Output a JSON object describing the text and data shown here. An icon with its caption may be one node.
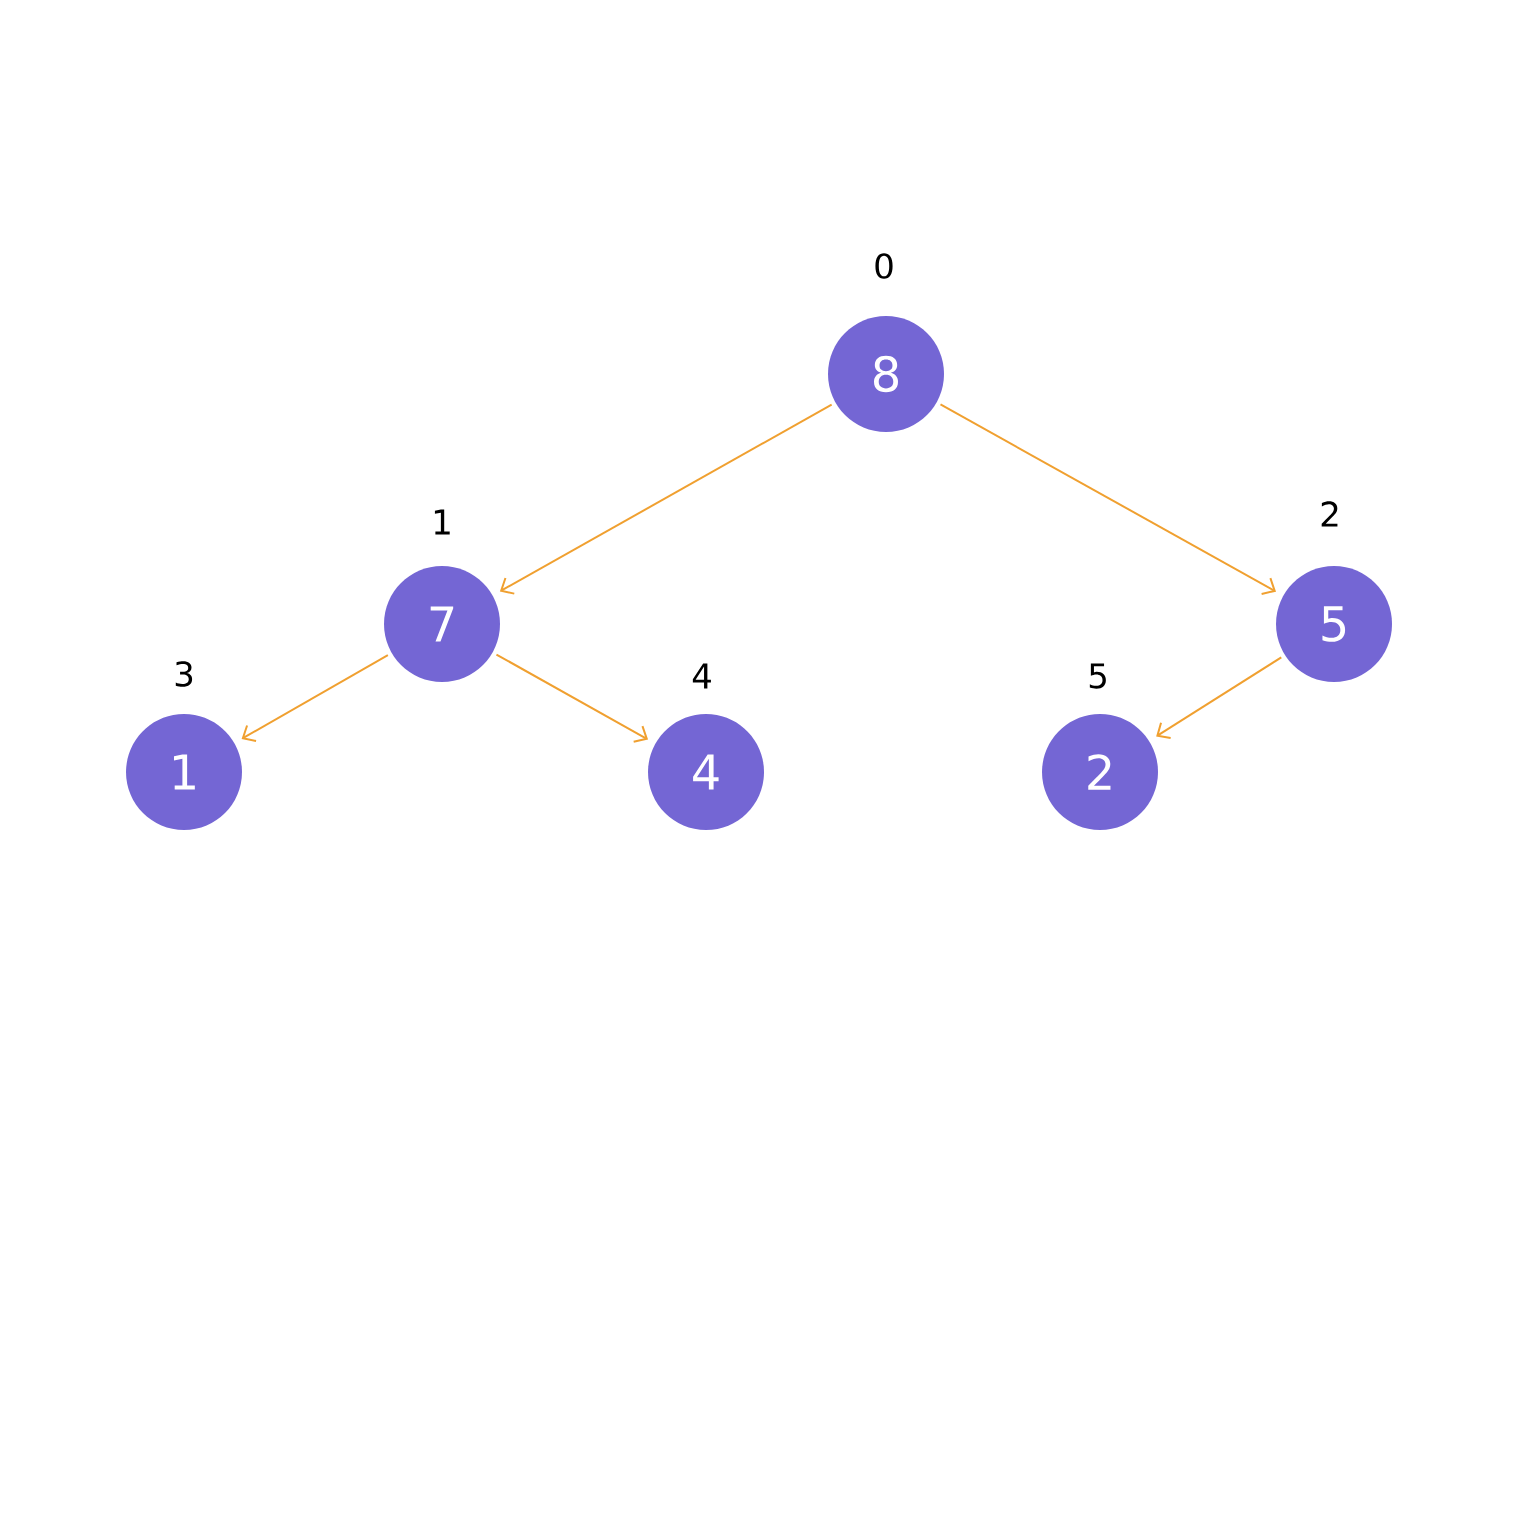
{
  "diagram": {
    "nodes": [
      {
        "text": [
          "8"
        ],
        "beside": [
          "0"
        ]
      },
      {
        "text": [
          "7"
        ],
        "beside": [
          "1"
        ]
      },
      {
        "text": [
          "5"
        ],
        "beside": [
          "2"
        ]
      },
      {
        "text": [
          "1"
        ],
        "beside": [
          "3"
        ]
      },
      {
        "text": [
          "4"
        ],
        "beside": [
          "4"
        ]
      },
      {
        "text": [
          "2"
        ],
        "beside": [
          "5"
        ]
      }
    ],
    "edges": [
      {
        "from": 0,
        "to": 1,
        "arrow": "to"
      },
      {
        "from": 0,
        "to": 2,
        "arrow": "to"
      },
      {
        "from": 1,
        "to": 3,
        "arrow": "to"
      },
      {
        "from": 1,
        "to": 4,
        "arrow": "to"
      },
      {
        "from": 2,
        "to": 5,
        "arrow": "to"
      }
    ]
  }
}
